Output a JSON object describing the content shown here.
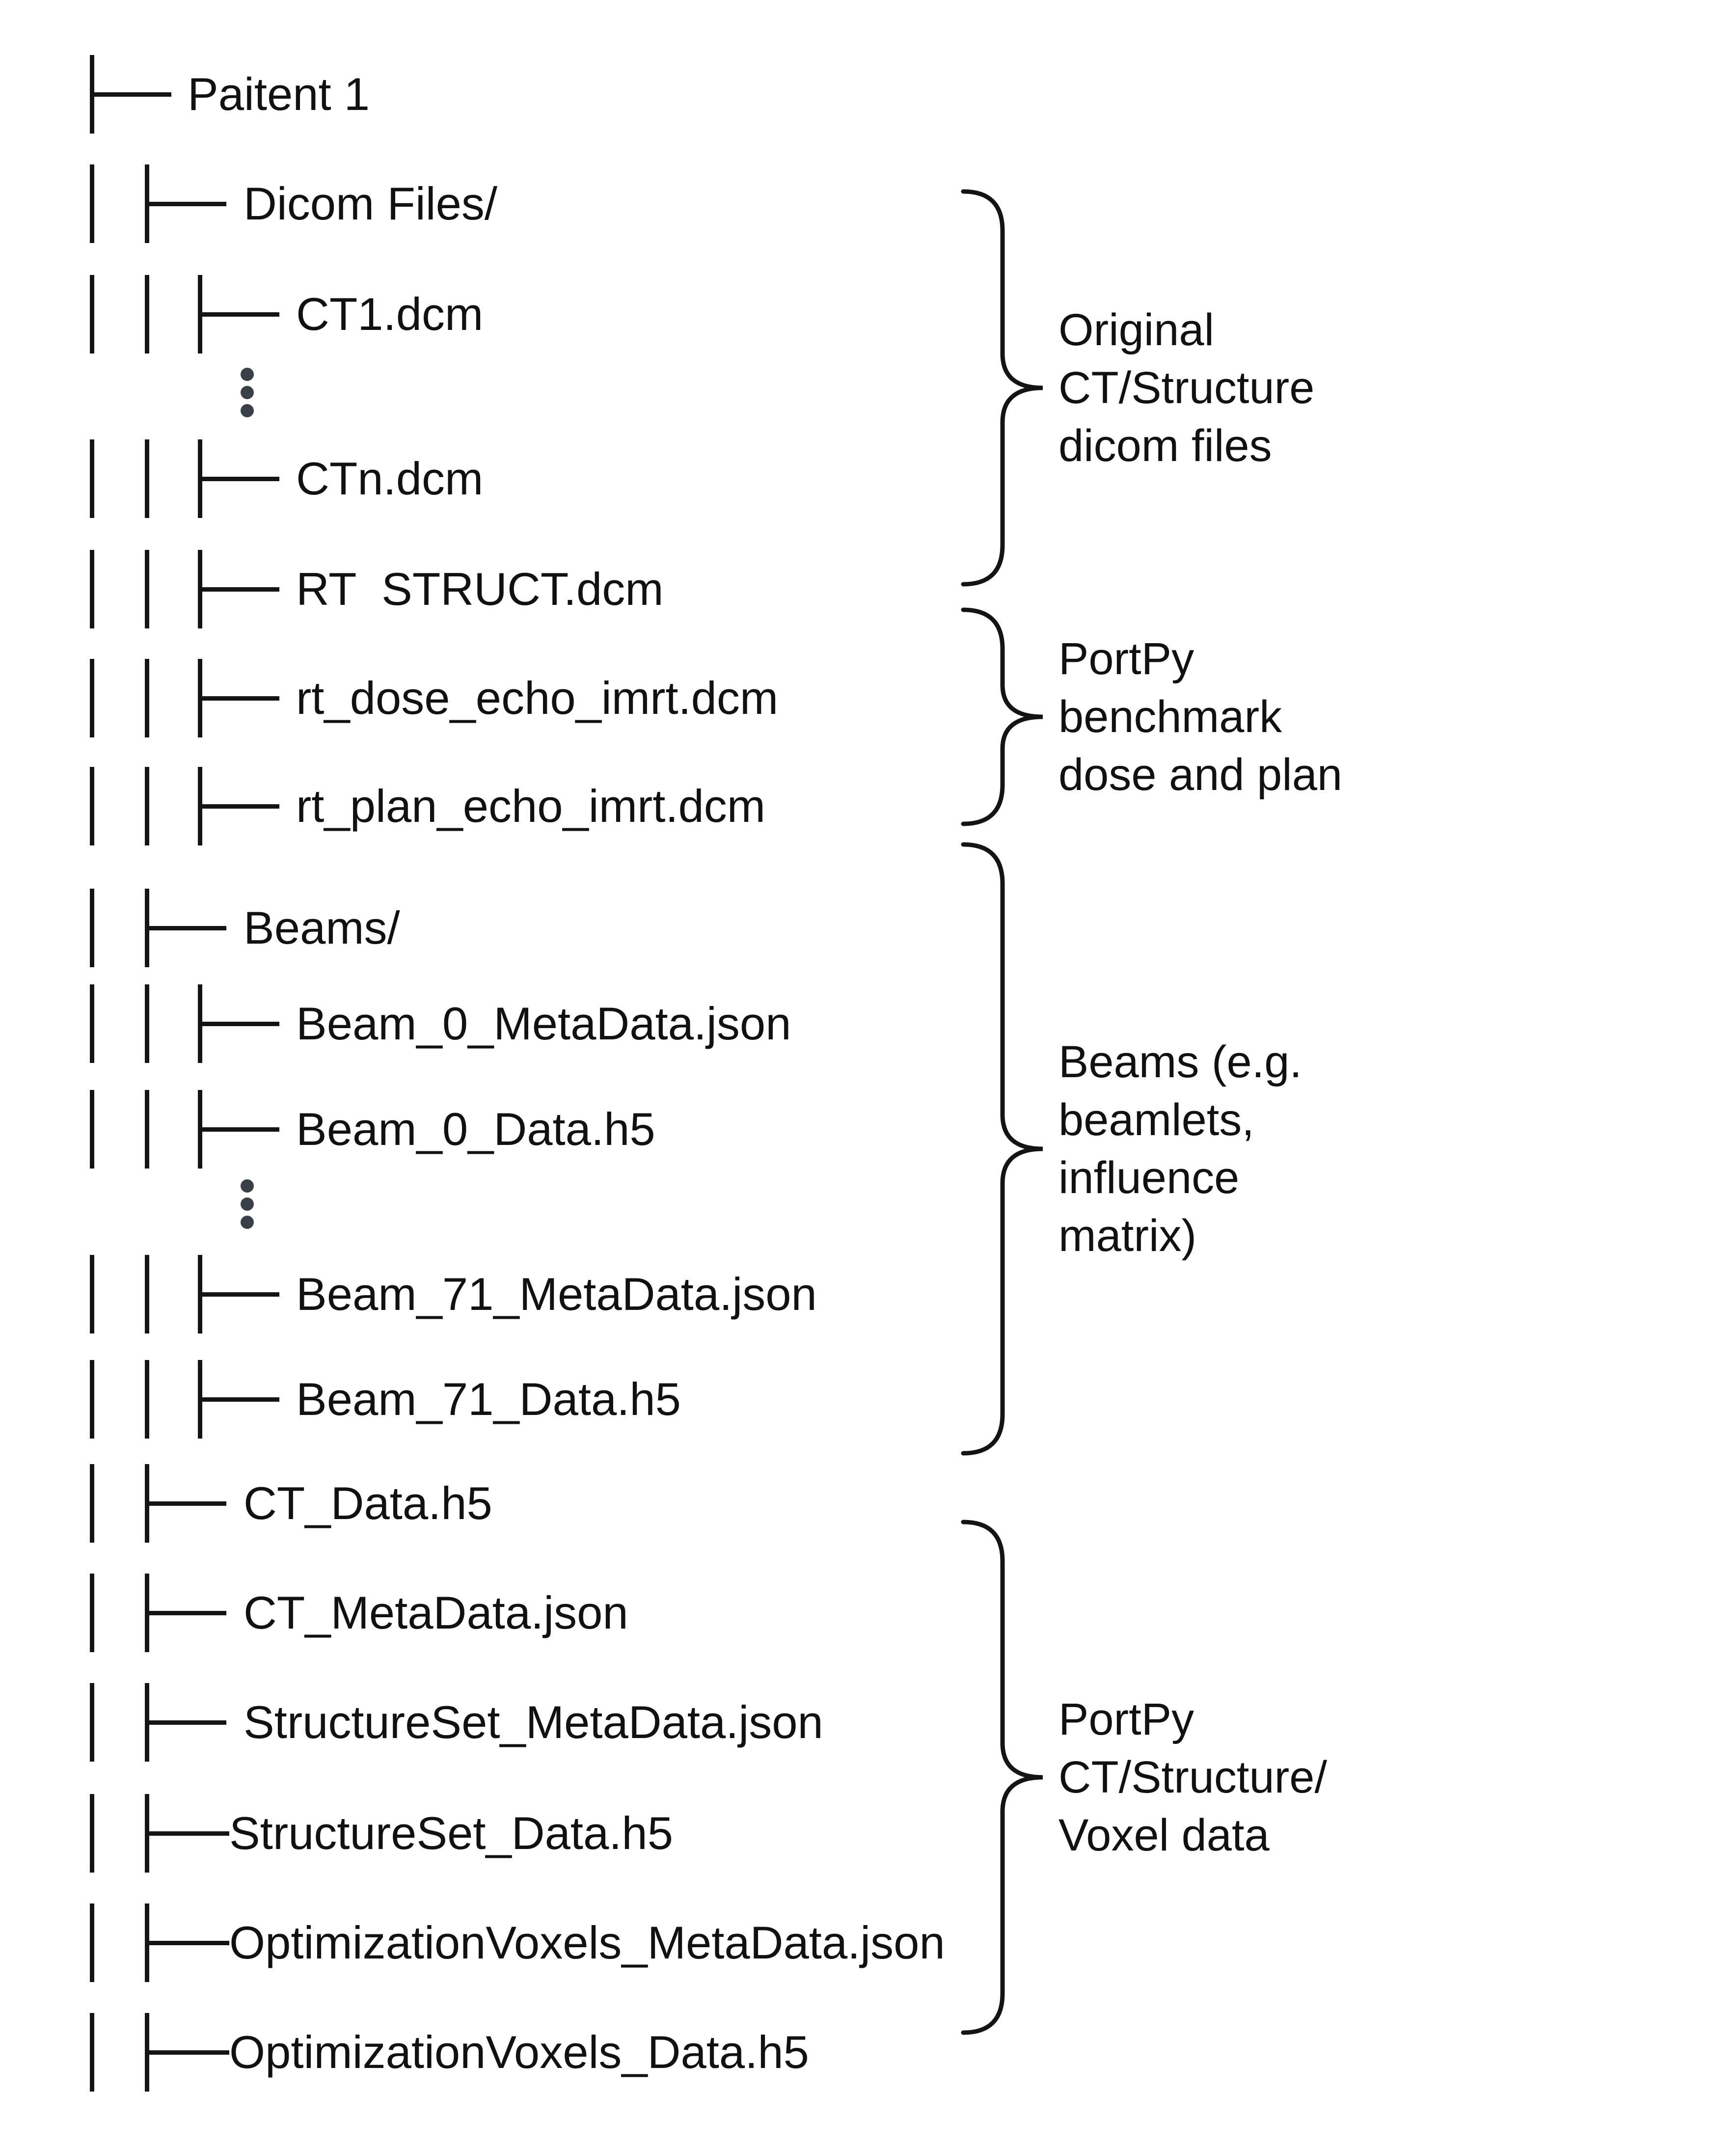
{
  "colors": {
    "background": "#ffffff",
    "text": "#111111",
    "line": "#141414",
    "dots": "#3a4048"
  },
  "tree": {
    "rows": [
      {
        "label": "Paitent 1",
        "depth": 0,
        "type": "folder"
      },
      {
        "label": "Dicom Files/",
        "depth": 1,
        "type": "folder"
      },
      {
        "label": "CT1.dcm",
        "depth": 2,
        "type": "file"
      },
      {
        "label": "⋮",
        "depth": 2,
        "type": "ellipsis"
      },
      {
        "label": "CTn.dcm",
        "depth": 2,
        "type": "file"
      },
      {
        "label": "RT  STRUCT.dcm",
        "depth": 2,
        "type": "file"
      },
      {
        "label": "rt_dose_echo_imrt.dcm",
        "depth": 2,
        "type": "file"
      },
      {
        "label": "rt_plan_echo_imrt.dcm",
        "depth": 2,
        "type": "file"
      },
      {
        "label": "Beams/",
        "depth": 1,
        "type": "folder"
      },
      {
        "label": "Beam_0_MetaData.json",
        "depth": 2,
        "type": "file"
      },
      {
        "label": "Beam_0_Data.h5",
        "depth": 2,
        "type": "file"
      },
      {
        "label": "⋮",
        "depth": 2,
        "type": "ellipsis"
      },
      {
        "label": "Beam_71_MetaData.json",
        "depth": 2,
        "type": "file"
      },
      {
        "label": "Beam_71_Data.h5",
        "depth": 2,
        "type": "file"
      },
      {
        "label": "CT_Data.h5",
        "depth": 1,
        "type": "file"
      },
      {
        "label": "CT_MetaData.json",
        "depth": 1,
        "type": "file"
      },
      {
        "label": "StructureSet_MetaData.json",
        "depth": 1,
        "type": "file"
      },
      {
        "label": "StructureSet_Data.h5",
        "depth": 1,
        "type": "file"
      },
      {
        "label": "OptimizationVoxels_MetaData.json",
        "depth": 1,
        "type": "file"
      },
      {
        "label": "OptimizationVoxels_Data.h5",
        "depth": 1,
        "type": "file"
      }
    ]
  },
  "annotations": [
    {
      "text": "Original CT/Structure dicom files",
      "lines": [
        "Original",
        "CT/Structure",
        "dicom files"
      ]
    },
    {
      "text": "PortPy benchmark dose and plan",
      "lines": [
        "PortPy",
        "benchmark",
        "dose and plan"
      ]
    },
    {
      "text": "Beams (e.g. beamlets, influence matrix)",
      "lines": [
        "Beams (e.g.",
        "beamlets,",
        "influence",
        "matrix)"
      ]
    },
    {
      "text": "PortPy CT/Structure/ Voxel data",
      "lines": [
        "PortPy",
        "CT/Structure/",
        "Voxel data"
      ]
    }
  ]
}
